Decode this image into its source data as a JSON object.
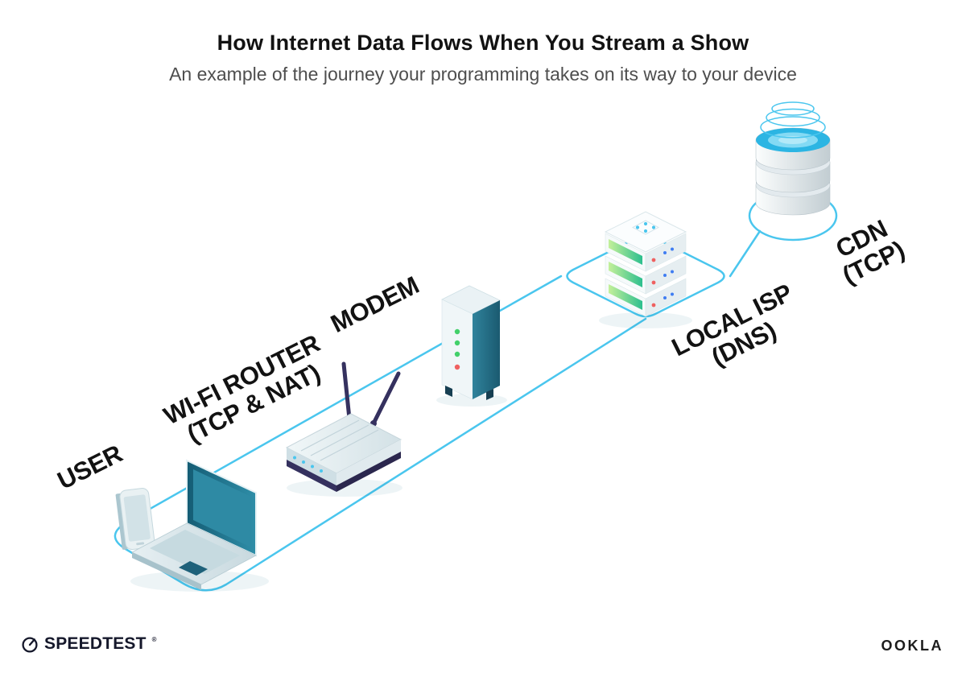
{
  "header": {
    "title": "How Internet Data Flows When You Stream a Show",
    "subtitle": "An example of the journey your programming takes on its way to your device"
  },
  "nodes": {
    "user": {
      "label": "USER"
    },
    "router": {
      "label": "WI-FI ROUTER",
      "sublabel": "(TCP & NAT)"
    },
    "modem": {
      "label": "MODEM"
    },
    "isp": {
      "label": "LOCAL ISP",
      "sublabel": "(DNS)"
    },
    "cdn": {
      "label": "CDN",
      "sublabel": "(TCP)"
    }
  },
  "flow_order": [
    "USER",
    "WI-FI ROUTER (TCP & NAT)",
    "MODEM",
    "LOCAL ISP (DNS)",
    "CDN (TCP)"
  ],
  "footer": {
    "speedtest_wordmark": "SPEEDTEST",
    "speedtest_mark": "®",
    "ookla_wordmark": "OOKLA"
  },
  "icons": {
    "speedtest_gauge": "speedtest-gauge-icon"
  },
  "colors": {
    "path-cyan": "#4AC6EE",
    "device-teal": "#1F7089",
    "router-purple": "#35315F",
    "server-green": "#35C28D",
    "led-green": "#42D06A",
    "led-red": "#EF6060",
    "led-blue": "#3F7DF2",
    "ink": "#121212",
    "subtitle-gray": "#4E4E4E"
  }
}
